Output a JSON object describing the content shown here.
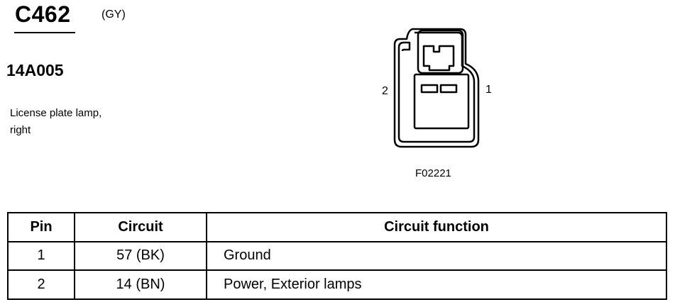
{
  "connector": {
    "id": "C462",
    "color": "(GY)",
    "part_number": "14A005",
    "description_line1": "License plate lamp,",
    "description_line2": "right"
  },
  "diagram": {
    "pin_left_label": "2",
    "pin_right_label": "1",
    "figure_code": "F02221"
  },
  "table": {
    "headers": [
      "Pin",
      "Circuit",
      "Circuit function"
    ],
    "rows": [
      {
        "pin": "1",
        "circuit": "57 (BK)",
        "function": "Ground"
      },
      {
        "pin": "2",
        "circuit": "14 (BN)",
        "function": "Power, Exterior lamps"
      }
    ]
  }
}
